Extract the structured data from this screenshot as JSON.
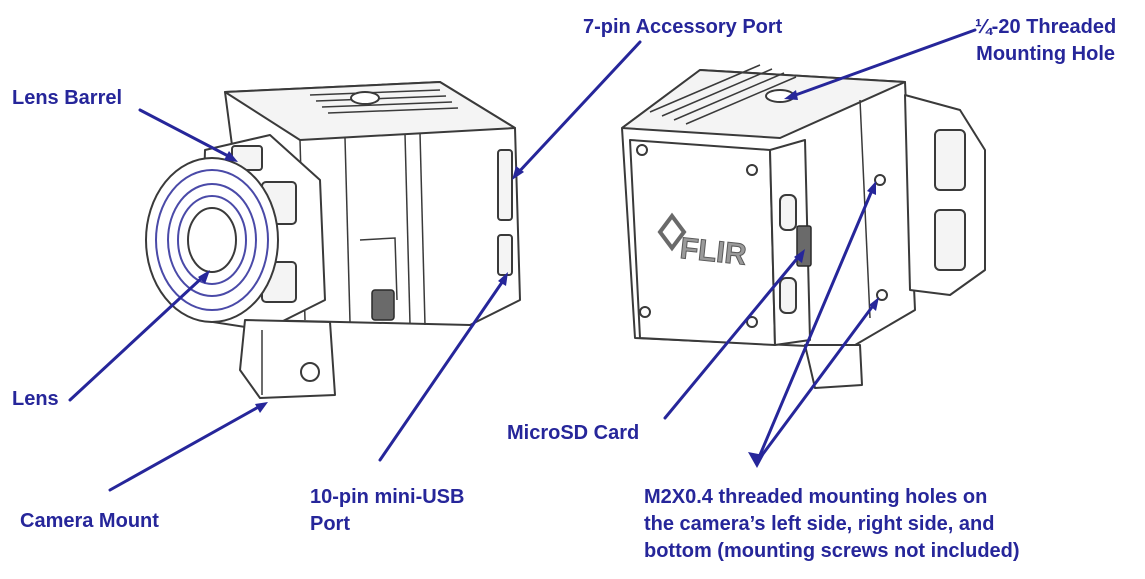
{
  "callouts": {
    "accessory_port": [
      "7-pin Accessory Port"
    ],
    "threaded_hole": [
      "¼-20 Threaded",
      "Mounting Hole"
    ],
    "lens_barrel": [
      "Lens Barrel"
    ],
    "lens": [
      "Lens"
    ],
    "camera_mount": [
      "Camera Mount"
    ],
    "usb_port": [
      "10-pin mini-USB",
      "Port"
    ],
    "microsd": [
      "MicroSD Card"
    ],
    "m2_holes": [
      "M2X0.4 threaded mounting holes on",
      "the camera’s left side, right side, and",
      "bottom (mounting screws not included)"
    ]
  },
  "brand": {
    "logo_text": "FLIR"
  },
  "colors": {
    "callout": "#26269a",
    "line_art": "#3a3a3a",
    "lens_tint": "#4a4aa8"
  }
}
